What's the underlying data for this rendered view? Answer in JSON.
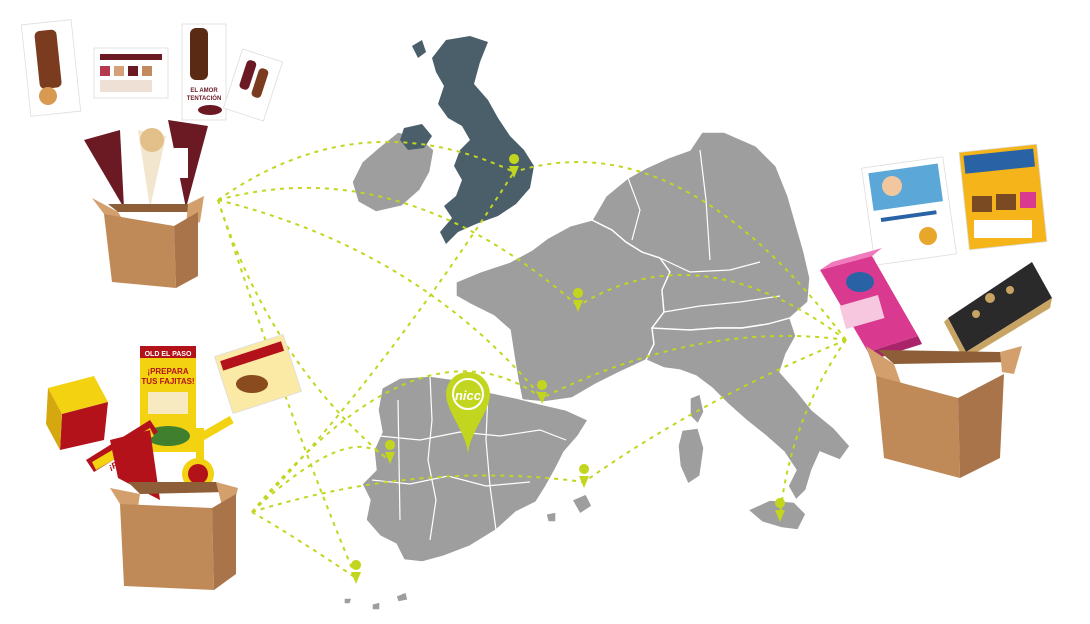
{
  "logo": {
    "text": "nicc"
  },
  "materials": {
    "icecream_tag_1": "EL AMOR",
    "icecream_tag_2": "TENTACIÓN",
    "mexican_banner_1": "¡PREPARA",
    "mexican_banner_2": "TUS FAJITAS!",
    "mexican_brand": "OLD EL PASO",
    "mexican_wobbler": "¡PREPARA"
  },
  "colors": {
    "accent": "#c3d61f",
    "uk": "#4b5f6b",
    "land": "#9d9e9d",
    "box": "#c08a58",
    "icecream_brand": "#6b1a24",
    "mexican_brand": "#b3121a",
    "mexican_yellow": "#f3d212",
    "sweets_pink": "#d93a8f"
  },
  "icons": [
    "location-pin-icon",
    "cardboard-box-icon"
  ]
}
